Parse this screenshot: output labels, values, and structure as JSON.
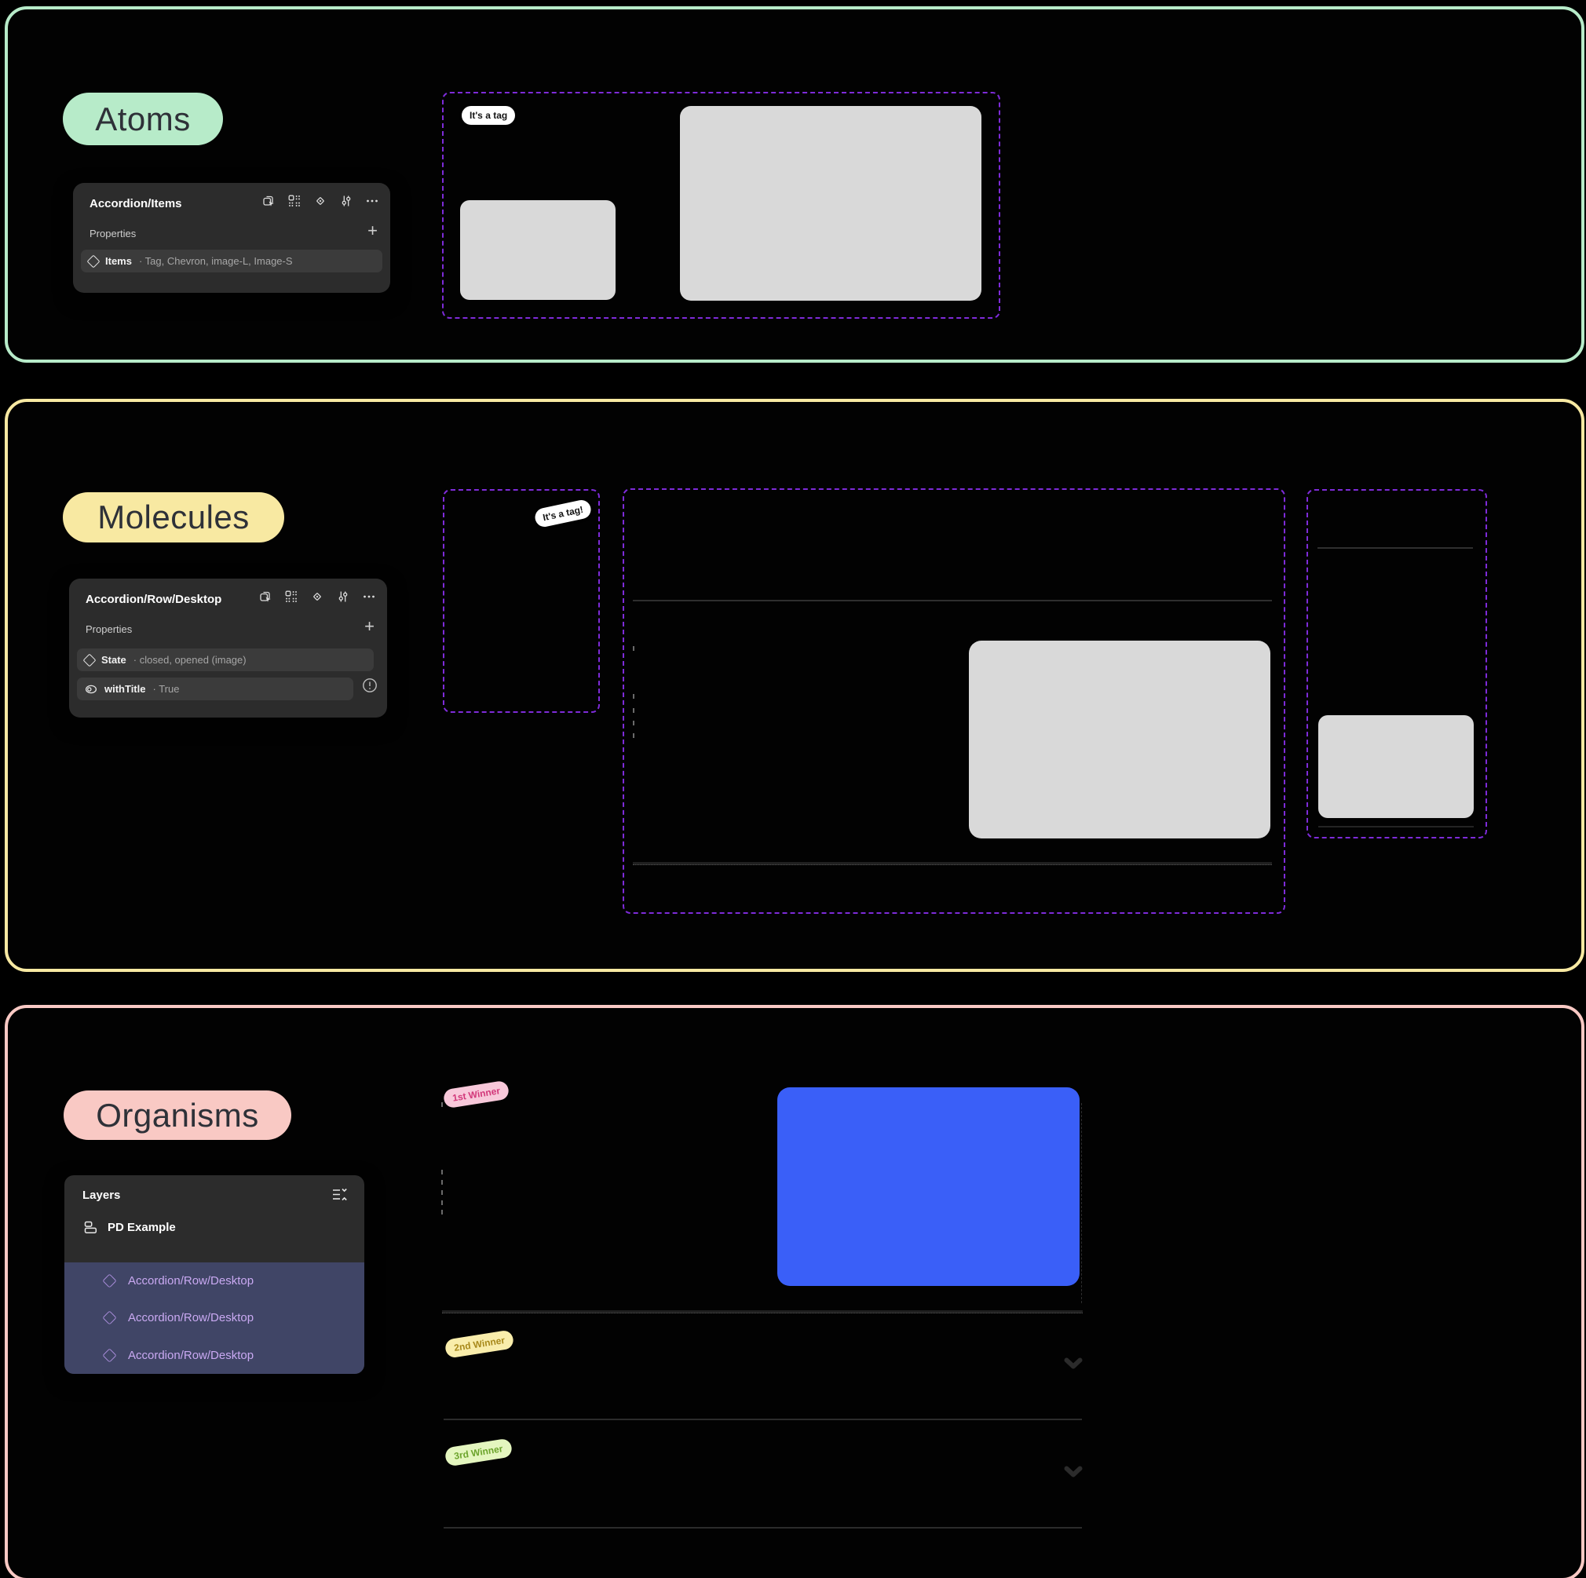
{
  "atoms": {
    "section_label": "Atoms",
    "panel": {
      "title": "Accordion/Items",
      "properties_label": "Properties",
      "row": {
        "name": "Items",
        "value": "· Tag, Chevron, image-L, Image-S"
      }
    },
    "tag": "It's a tag"
  },
  "molecules": {
    "section_label": "Molecules",
    "panel": {
      "title": "Accordion/Row/Desktop",
      "properties_label": "Properties",
      "row_state": {
        "name": "State",
        "value": "· closed, opened (image)"
      },
      "row_withtitle": {
        "name": "withTitle",
        "value": "· True"
      }
    },
    "tag": "It's a tag!"
  },
  "organisms": {
    "section_label": "Organisms",
    "layers": {
      "title": "Layers",
      "root_item": "PD Example",
      "items": [
        "Accordion/Row/Desktop",
        "Accordion/Row/Desktop",
        "Accordion/Row/Desktop"
      ]
    },
    "winner_tags": [
      "1st Winner",
      "2nd Winner",
      "3rd Winner"
    ]
  },
  "colors": {
    "atoms_accent": "#B7EBC9",
    "molecules_accent": "#F8E9A2",
    "organisms_accent": "#F9C9C4",
    "component_purple": "#7E2BD9",
    "placeholder_gray": "#D9D9D9",
    "highlight_blue": "#3A5FF8",
    "selected_layer_bg": "#404566",
    "layer_text_purple": "#C9A9F2"
  }
}
